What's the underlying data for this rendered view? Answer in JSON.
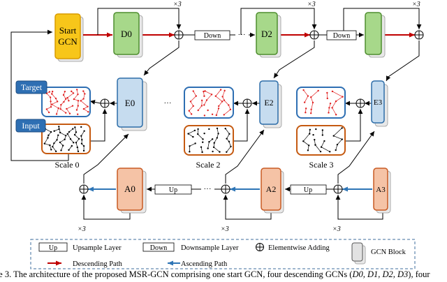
{
  "colors": {
    "start_fill": "#f7c61a",
    "start_stroke": "#d99b00",
    "green_fill": "#a7d88a",
    "green_stroke": "#4f8e2f",
    "blue_fill": "#c6dcef",
    "blue_stroke": "#2d6da8",
    "orange_fill": "#f5c3a6",
    "orange_stroke": "#c85a22",
    "desc_arrow": "#c00000",
    "asc_arrow": "#2e75b6",
    "frame_blue": "#2e6fb3",
    "frame_orange": "#c55a11",
    "target_points": "#e02020",
    "input_points": "#000000"
  },
  "blocks": {
    "start_line1": "Start",
    "start_line2": "GCN",
    "d0": "D0",
    "d2": "D2",
    "e0": "E0",
    "e2": "E2",
    "e3": "E3",
    "a0": "A0",
    "a2": "A2",
    "a3": "A3"
  },
  "ops": {
    "down": "Down",
    "up": "Up",
    "repeat": "×3",
    "ellipsis": "···"
  },
  "labels": {
    "target": "Target",
    "input": "Input",
    "scale0": "Scale 0",
    "scale2": "Scale 2",
    "scale3": "Scale 3"
  },
  "legend": {
    "up_box": "Up",
    "up_text": "Upsample Layer",
    "down_box": "Down",
    "down_text": "Downsample Layer",
    "add_text": "Elementwise Adding",
    "gcn_text": "GCN Block",
    "desc_text": "Descending Path",
    "asc_text": "Ascending Path"
  },
  "caption": {
    "part1": "re 3. The architecture of the proposed MSR-GCN comprising one start GCN, four descending GCNs (",
    "italic": "D0, D1, D2, D3",
    "part2": "), four"
  }
}
